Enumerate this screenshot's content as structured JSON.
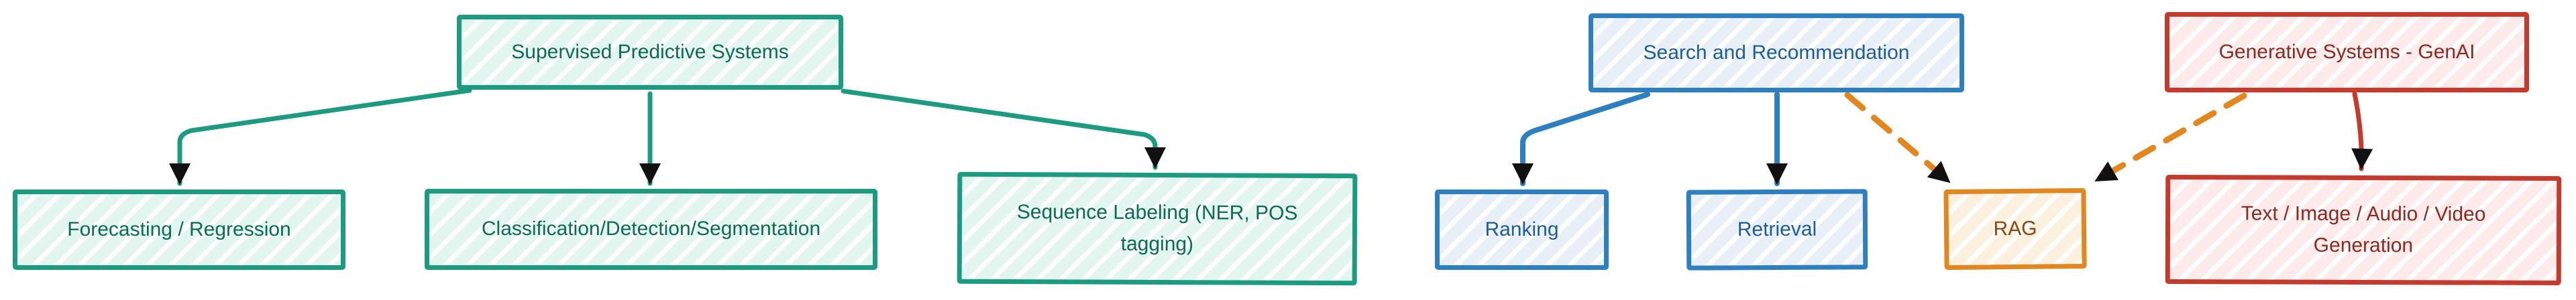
{
  "nodes": {
    "supervised": {
      "label": "Supervised Predictive Systems"
    },
    "forecasting": {
      "label": "Forecasting / Regression"
    },
    "classification": {
      "label": "Classification/Detection/Segmentation"
    },
    "sequence": {
      "label": "Sequence Labeling (NER, POS tagging)"
    },
    "search": {
      "label": "Search and Recommendation"
    },
    "ranking": {
      "label": "Ranking"
    },
    "retrieval": {
      "label": "Retrieval"
    },
    "rag": {
      "label": "RAG"
    },
    "generative": {
      "label": "Generative Systems - GenAI"
    },
    "generation": {
      "label": "Text / Image / Audio / Video Generation"
    }
  },
  "edges": [
    {
      "from": "supervised",
      "to": "forecasting",
      "style": "solid",
      "color": "green"
    },
    {
      "from": "supervised",
      "to": "classification",
      "style": "solid",
      "color": "green"
    },
    {
      "from": "supervised",
      "to": "sequence",
      "style": "solid",
      "color": "green"
    },
    {
      "from": "search",
      "to": "ranking",
      "style": "solid",
      "color": "blue"
    },
    {
      "from": "search",
      "to": "retrieval",
      "style": "solid",
      "color": "blue"
    },
    {
      "from": "search",
      "to": "rag",
      "style": "dashed",
      "color": "orange"
    },
    {
      "from": "generative",
      "to": "rag",
      "style": "dashed",
      "color": "orange"
    },
    {
      "from": "generative",
      "to": "generation",
      "style": "solid",
      "color": "red"
    }
  ],
  "colors": {
    "canvas_background": "#ffffff",
    "green_stroke": "#1c9b80",
    "green_fill": "#e3f5ef",
    "green_text": "#0e6a52",
    "blue_stroke": "#2d7fc0",
    "blue_fill": "#e9eff7",
    "blue_text": "#1d5d93",
    "orange_stroke": "#e2861f",
    "orange_fill": "#fbf1de",
    "orange_text": "#8a4513",
    "red_stroke": "#c43a2c",
    "red_fill": "#fcebea",
    "red_text": "#8c2a20",
    "arrowhead": "#111111"
  }
}
